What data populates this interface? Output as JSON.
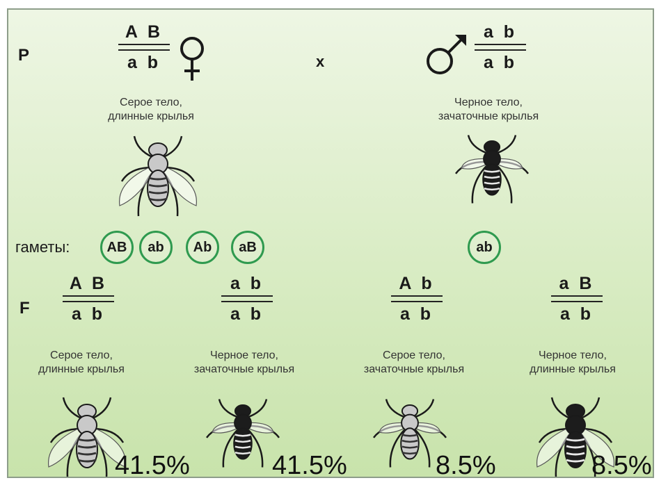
{
  "parents": {
    "label": "P",
    "cross": "x",
    "female": {
      "top": "A B",
      "bottom": "a b",
      "phenotype_line1": "Серое тело,",
      "phenotype_line2": "длинные крылья",
      "symbol": "female-symbol"
    },
    "male": {
      "top": "a b",
      "bottom": "a b",
      "phenotype_line1": "Черное тело,",
      "phenotype_line2": "зачаточные крылья",
      "symbol": "male-symbol"
    }
  },
  "gametes": {
    "label": "гаметы:",
    "female": [
      "AB",
      "ab",
      "Ab",
      "aB"
    ],
    "male": [
      "ab"
    ]
  },
  "offspring": {
    "label": "F",
    "items": [
      {
        "top": "A B",
        "bottom": "a b",
        "line1": "Серое тело,",
        "line2": "длинные крылья",
        "percent": "41.5%",
        "body": "gray",
        "wings": "long"
      },
      {
        "top": "a b",
        "bottom": "a b",
        "line1": "Черное тело,",
        "line2": "зачаточные крылья",
        "percent": "41.5%",
        "body": "black",
        "wings": "vestigial"
      },
      {
        "top": "A b",
        "bottom": "a b",
        "line1": "Серое тело,",
        "line2": "зачаточные крылья",
        "percent": "8.5%",
        "body": "gray",
        "wings": "vestigial"
      },
      {
        "top": "a B",
        "bottom": "a b",
        "line1": "Черное тело,",
        "line2": "длинные крылья",
        "percent": "8.5%",
        "body": "black",
        "wings": "long"
      }
    ]
  },
  "colors": {
    "panel_top": "#eef6e4",
    "panel_bottom": "#c8e3ab",
    "gamete_ring": "#2f9a4f",
    "gray_body": "#c9c9c9",
    "black_body": "#1c1c1c"
  }
}
